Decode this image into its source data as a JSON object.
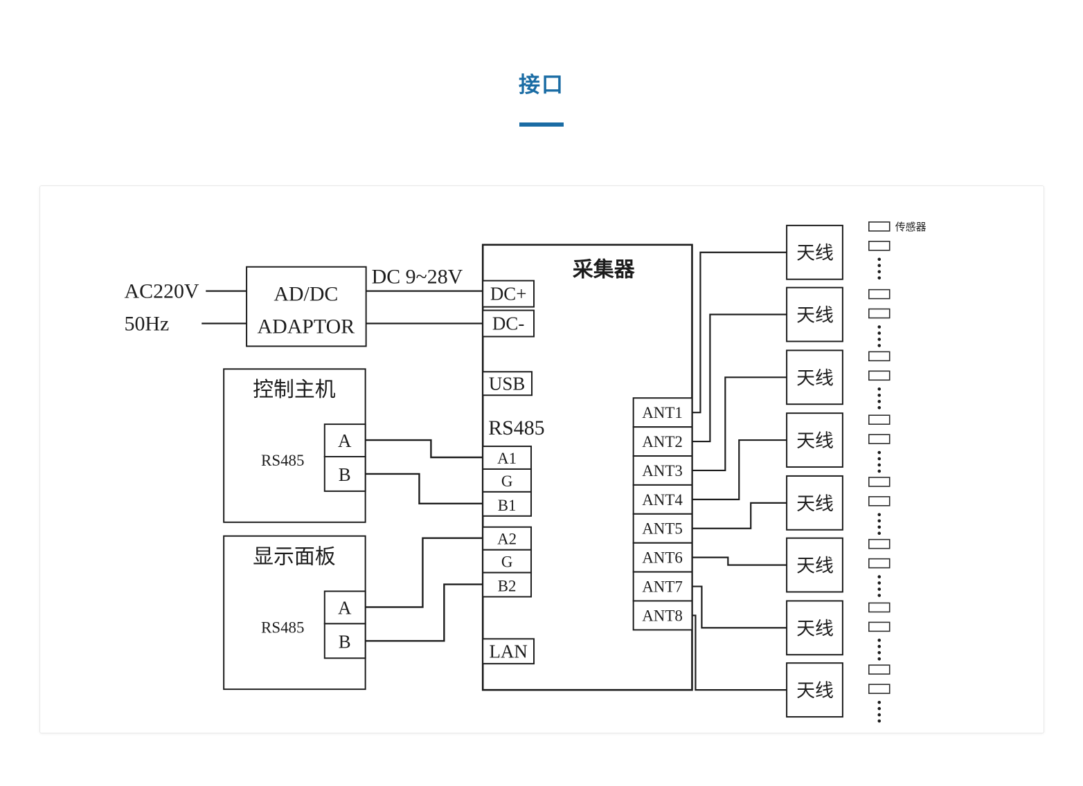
{
  "page": {
    "title": "接口"
  },
  "colors": {
    "accent": "#1a6ca4",
    "ink": "#1c1c1c"
  },
  "diagram": {
    "power_source": {
      "line1": "AC220V",
      "line2": "50Hz"
    },
    "adaptor": {
      "line1": "AD/DC",
      "line2": "ADAPTOR"
    },
    "dc_output_label": "DC 9~28V",
    "collector": {
      "title": "采集器",
      "dc_ports": [
        "DC+",
        "DC-"
      ],
      "usb_port": "USB",
      "rs485_label": "RS485",
      "rs485_ports": [
        "A1",
        "G",
        "B1",
        "A2",
        "G",
        "B2"
      ],
      "lan_port": "LAN",
      "ant_ports": [
        "ANT1",
        "ANT2",
        "ANT3",
        "ANT4",
        "ANT5",
        "ANT6",
        "ANT7",
        "ANT8"
      ]
    },
    "control_host": {
      "title": "控制主机",
      "bus_label": "RS485",
      "terminal_a": "A",
      "terminal_b": "B"
    },
    "display_panel": {
      "title": "显示面板",
      "bus_label": "RS485",
      "terminal_a": "A",
      "terminal_b": "B"
    },
    "antenna_label": "天线",
    "sensor_label": "传感器"
  }
}
